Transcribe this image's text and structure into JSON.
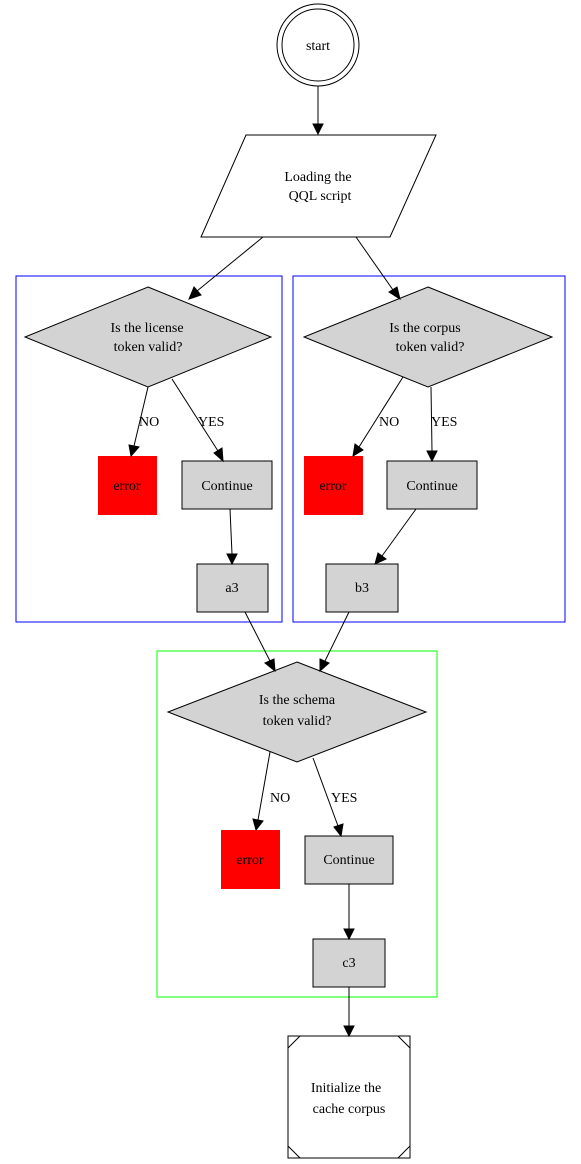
{
  "diagram": {
    "start_label": "start",
    "load": [
      "Loading the",
      "QQL script"
    ],
    "license_question": [
      "Is the license",
      "token valid?"
    ],
    "corpus_question": [
      "Is the corpus",
      "token valid?"
    ],
    "schema_question": [
      "Is the schema",
      "token valid?"
    ],
    "error_label": "error",
    "continue_label": "Continue",
    "a3_label": "a3",
    "b3_label": "b3",
    "c3_label": "c3",
    "init": [
      "Initialize the",
      "cache corpus"
    ],
    "yes_label": "YES",
    "no_label": "NO",
    "colors": {
      "license_cluster_border": "#0000ff",
      "corpus_cluster_border": "#0000ff",
      "schema_cluster_border": "#00ff00",
      "decision_fill": "#d3d3d3",
      "process_fill": "#d3d3d3",
      "error_fill": "#ff0000"
    }
  }
}
